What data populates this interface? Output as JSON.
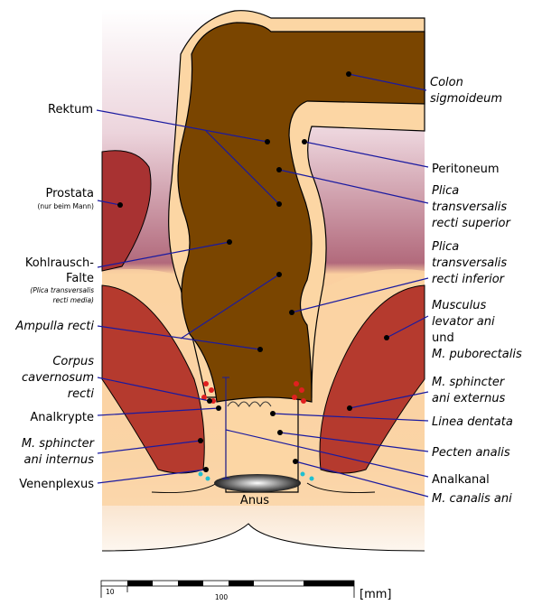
{
  "labels": {
    "colon": [
      "Colon",
      "sigmoideum"
    ],
    "rektum": "Rektum",
    "peritoneum": "Peritoneum",
    "prostata": "Prostata",
    "prostata_note": "(nur beim Mann)",
    "plica_superior": [
      "Plica",
      "transversalis",
      "recti superior"
    ],
    "kohlrausch": [
      "Kohlrausch-",
      "Falte"
    ],
    "kohlrausch_note": [
      "(Plica transversalis",
      "recti media)"
    ],
    "plica_inferior": [
      "Plica",
      "transversalis",
      "recti inferior"
    ],
    "ampulla": "Ampulla recti",
    "levator": [
      "Musculus",
      "levator ani",
      "und",
      "M. puborectalis"
    ],
    "corpus": [
      "Corpus",
      "cavernosum",
      "recti"
    ],
    "sphincter_ext": [
      "M. sphincter",
      "ani externus"
    ],
    "analkrypte": "Analkrypte",
    "linea": "Linea dentata",
    "sphincter_int": [
      "M. sphincter",
      "ani internus"
    ],
    "pecten": "Pecten analis",
    "analkanal": "Analkanal",
    "venenplexus": "Venenplexus",
    "canalis": "M. canalis ani",
    "anus": "Anus"
  },
  "scale": {
    "small": "10",
    "large": "100",
    "unit": "[mm]"
  },
  "colors": {
    "rectum": "#7a4500",
    "wall": "#fcd6a4",
    "muscle": "#b0302a",
    "prostate": "#a52a2a",
    "leader": "#1a1aa0"
  }
}
